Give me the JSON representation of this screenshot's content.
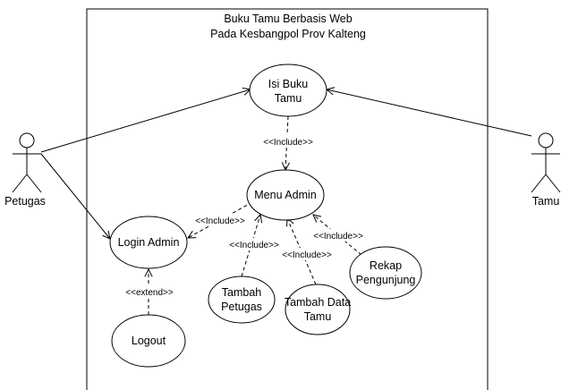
{
  "system": {
    "title_line1": "Buku Tamu Berbasis Web",
    "title_line2": "Pada Kesbangpol Prov Kalteng"
  },
  "actors": {
    "petugas": "Petugas",
    "tamu": "Tamu"
  },
  "usecases": {
    "isi_buku_tamu": [
      "Isi Buku",
      "Tamu"
    ],
    "menu_admin": "Menu Admin",
    "login_admin": "Login Admin",
    "logout": "Logout",
    "tambah_petugas": [
      "Tambah",
      "Petugas"
    ],
    "tambah_data_tamu": [
      "Tambah Data",
      "Tamu"
    ],
    "rekap_pengunjung": [
      "Rekap",
      "Pengunjung"
    ]
  },
  "relations": {
    "include_label": "<<Include>>",
    "extend_label": "<<extend>>"
  },
  "colors": {
    "stroke": "#000000",
    "background": "#ffffff"
  }
}
